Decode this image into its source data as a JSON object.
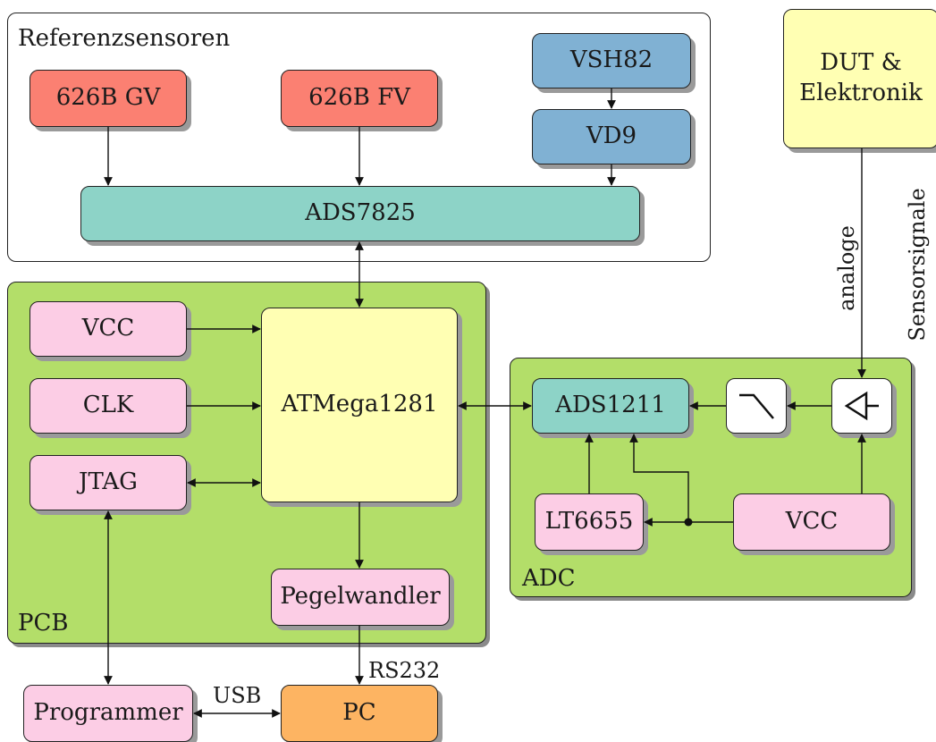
{
  "groups": {
    "referenz": "Referenzsensoren",
    "pcb": "PCB",
    "adc": "ADC"
  },
  "blocks": {
    "gv": "626B GV",
    "fv": "626B FV",
    "vsh82": "VSH82",
    "vd9": "VD9",
    "ads7825": "ADS7825",
    "dut": "DUT &\nElektronik",
    "vcc_pcb": "VCC",
    "clk": "CLK",
    "jtag": "JTAG",
    "atmega": "ATMega1281",
    "pegelwandler": "Pegelwandler",
    "ads1211": "ADS1211",
    "lt6655": "LT6655",
    "vcc_adc": "VCC",
    "programmer": "Programmer",
    "pc": "PC"
  },
  "edge_labels": {
    "usb": "USB",
    "rs232": "RS232",
    "analoge": "analoge",
    "sensorsignale": "Sensorsignale"
  },
  "icons": {
    "filter": "lowpass-filter-icon",
    "amplifier": "amplifier-icon"
  },
  "colors": {
    "red": "#fb8072",
    "blue": "#80b1d3",
    "teal": "#8dd3c7",
    "pink": "#fccde5",
    "yellow": "#ffffb3",
    "orange": "#fdb462",
    "green": "#b3de69"
  }
}
